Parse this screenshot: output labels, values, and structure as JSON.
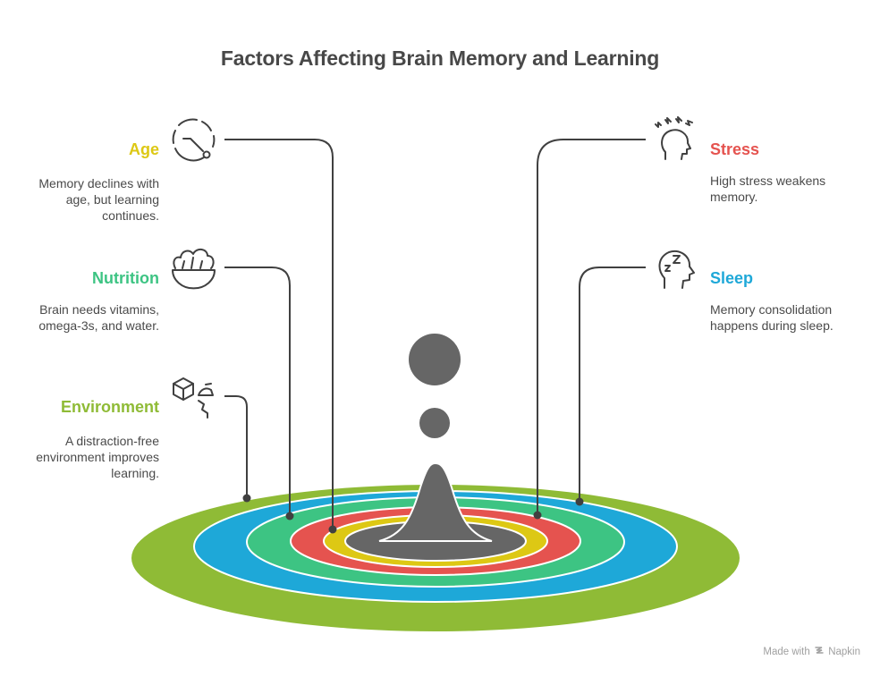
{
  "title": "Factors Affecting Brain Memory and Learning",
  "colors": {
    "age": "#DDC814",
    "stress": "#E5534F",
    "nutrition": "#3DC483",
    "sleep": "#1EA8D8",
    "environment": "#8FBB36",
    "core": "#666666",
    "line": "#404040"
  },
  "factors": {
    "age": {
      "label": "Age",
      "description_lines": [
        "Memory declines with",
        "age, but learning",
        "continues."
      ],
      "icon": "clock-dashed-icon"
    },
    "nutrition": {
      "label": "Nutrition",
      "description_lines": [
        "Brain needs vitamins,",
        "omega-3s, and water."
      ],
      "icon": "salad-bowl-icon"
    },
    "environment": {
      "label": "Environment",
      "description_lines": [
        "A distraction-free",
        "environment improves",
        "learning."
      ],
      "icon": "cube-lamp-icon"
    },
    "stress": {
      "label": "Stress",
      "description_lines": [
        "High stress weakens",
        "memory."
      ],
      "icon": "stressed-head-icon"
    },
    "sleep": {
      "label": "Sleep",
      "description_lines": [
        "Memory consolidation",
        "happens during sleep."
      ],
      "icon": "sleeping-head-icon"
    }
  },
  "footer": {
    "made_with": "Made with",
    "brand": "Napkin",
    "icon": "napkin-logo-icon"
  }
}
